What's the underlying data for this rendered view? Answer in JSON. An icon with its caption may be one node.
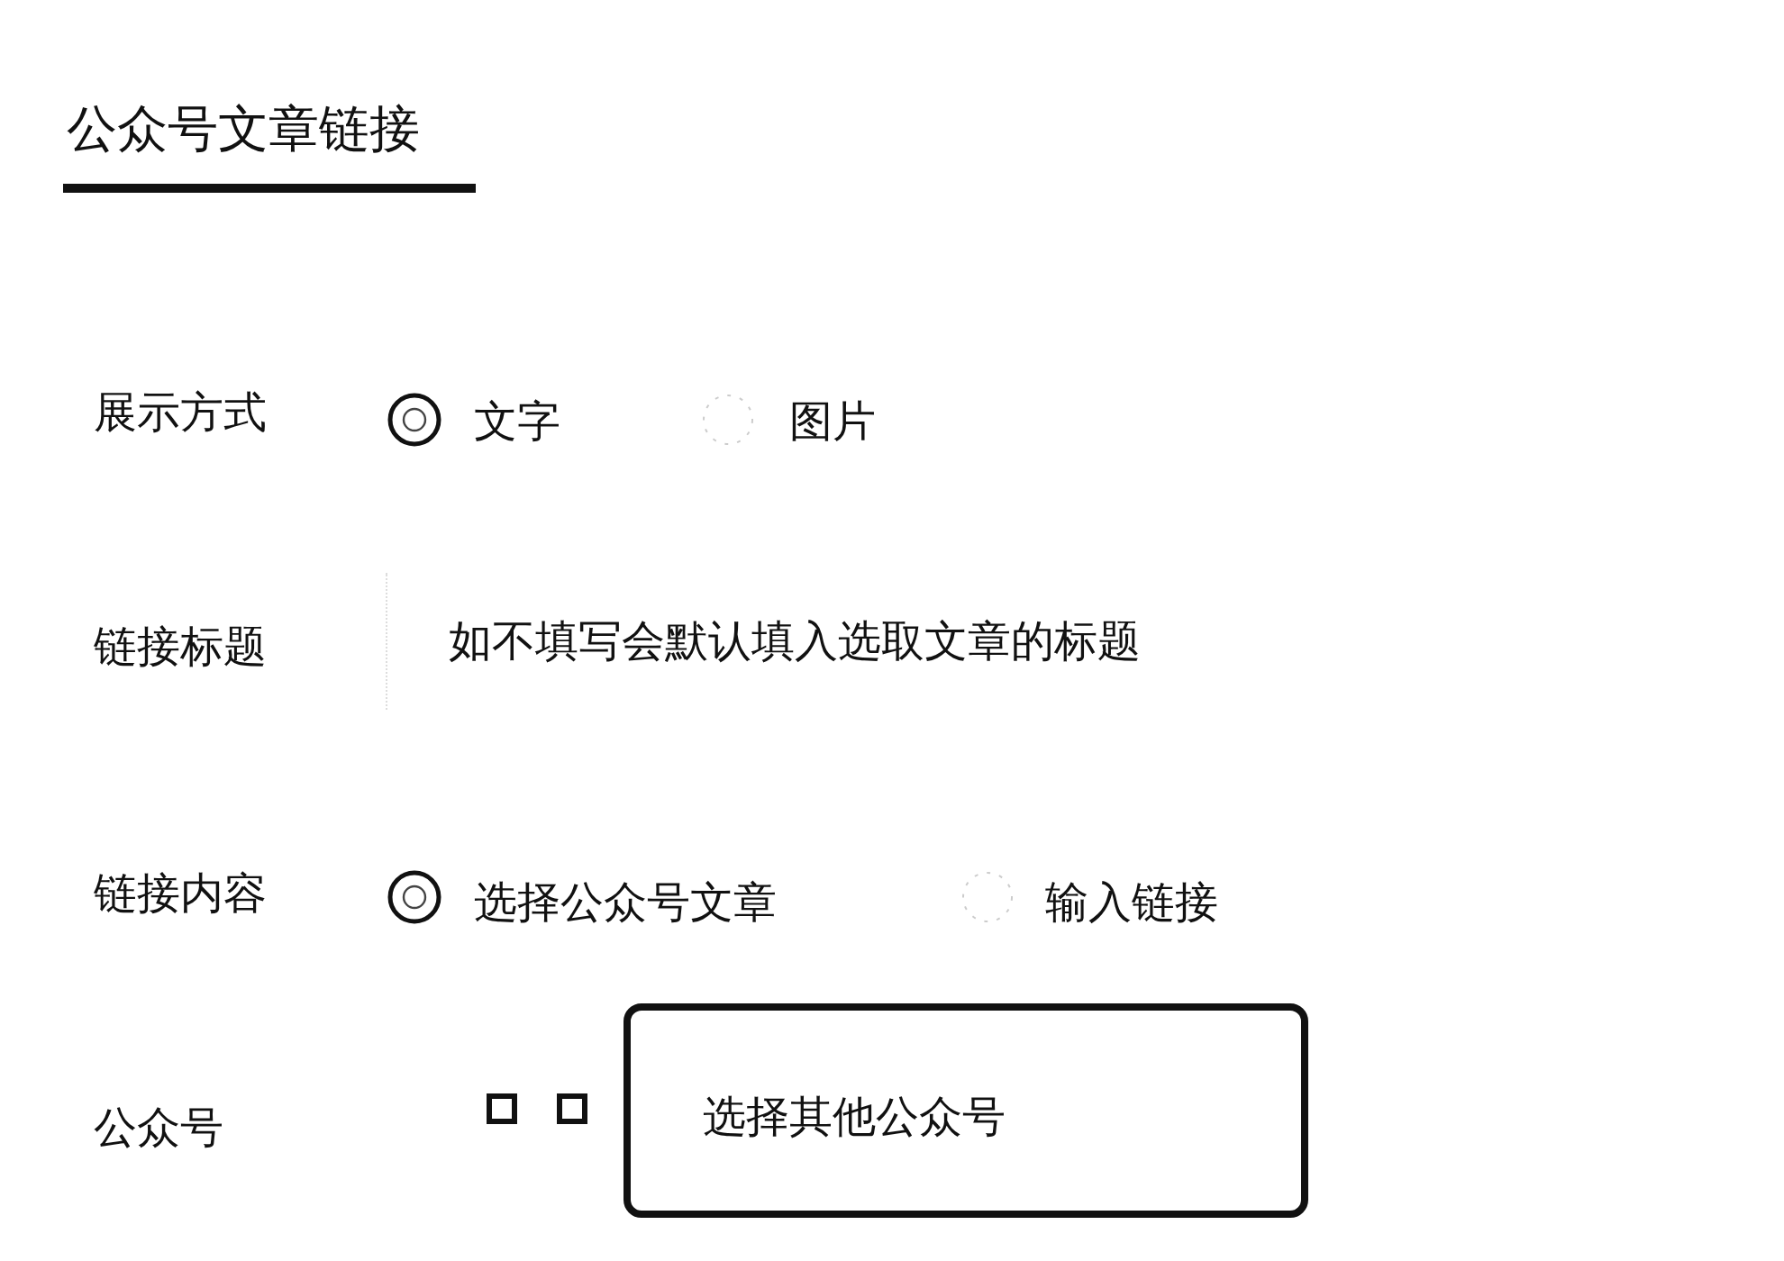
{
  "diagram": {
    "title": "公众号文章链接",
    "nodes": [
      {
        "text": [
          "选择其他公众号"
        ]
      }
    ],
    "labels": [
      "展示方式",
      "文字",
      "图片",
      "链接标题",
      "如不填写会默认填入选取文章的标题",
      "链接内容",
      "选择公众号文章",
      "输入链接",
      "公众号"
    ]
  }
}
